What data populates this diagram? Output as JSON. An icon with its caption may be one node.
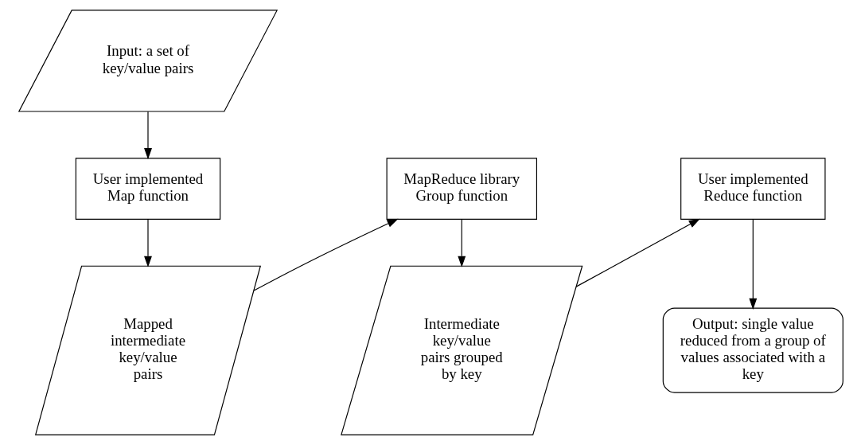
{
  "diagram": {
    "nodes": [
      {
        "text": [
          "Input: a set of key/value pairs"
        ]
      },
      {
        "text": [
          "User implemented Map function"
        ]
      },
      {
        "text": [
          "Mapped intermediate key/value pairs"
        ]
      },
      {
        "text": [
          "MapReduce library Group function"
        ]
      },
      {
        "text": [
          "Intermediate key/value pairs grouped by key"
        ]
      },
      {
        "text": [
          "User implemented Reduce function"
        ]
      },
      {
        "text": [
          "Output: single value reduced from a group of values associated with a key"
        ]
      }
    ],
    "edges": [
      {
        "from": 0,
        "to": 1,
        "arrow": "to"
      },
      {
        "from": 1,
        "to": 2,
        "arrow": "to"
      },
      {
        "from": 2,
        "to": 3,
        "arrow": "to"
      },
      {
        "from": 3,
        "to": 4,
        "arrow": "to"
      },
      {
        "from": 4,
        "to": 5,
        "arrow": "to"
      },
      {
        "from": 5,
        "to": 6,
        "arrow": "to"
      }
    ]
  }
}
